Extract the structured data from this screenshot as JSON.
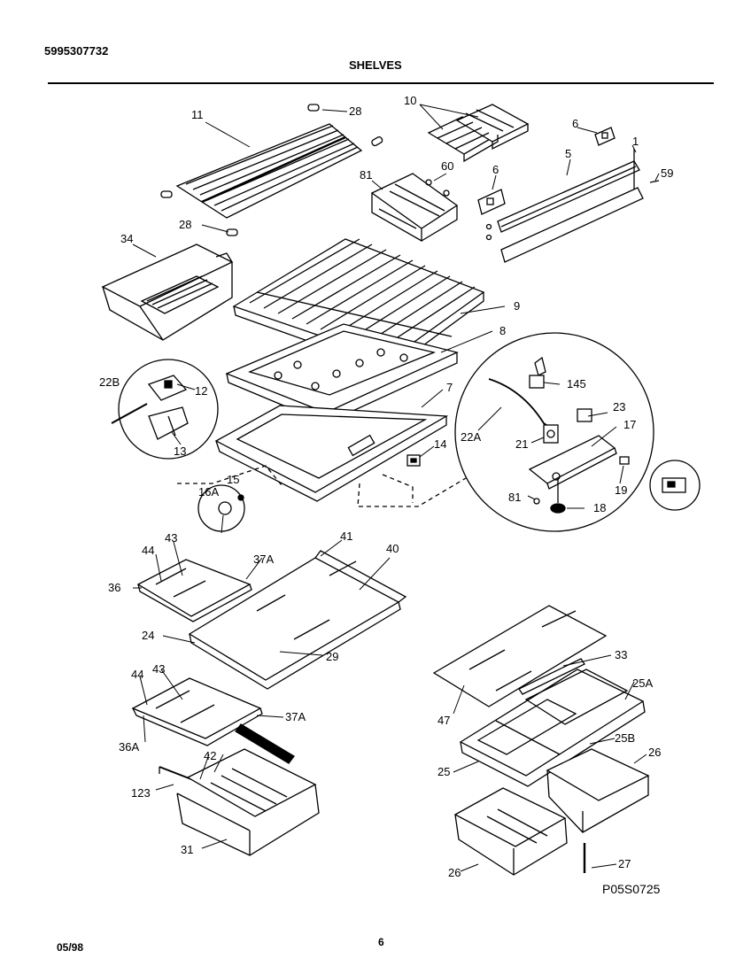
{
  "header": {
    "doc_number": "5995307732",
    "section_title": "SHELVES"
  },
  "footer": {
    "date": "05/98",
    "page_number": "6",
    "drawing_code": "P05S0725"
  },
  "callouts": {
    "c11": "11",
    "c28a": "28",
    "c28b": "28",
    "c10": "10",
    "c6a": "6",
    "c1": "1",
    "c60": "60",
    "c6b": "6",
    "c5": "5",
    "c59": "59",
    "c81a": "81",
    "c34": "34",
    "c9": "9",
    "c8": "8",
    "c22B": "22B",
    "c12": "12",
    "c13": "13",
    "c7": "7",
    "c145": "145",
    "c23": "23",
    "c17": "17",
    "c22A": "22A",
    "c21": "21",
    "c14": "14",
    "c15": "15",
    "c16A": "16A",
    "c81b": "81",
    "c18": "18",
    "c19": "19",
    "c41": "41",
    "c43a": "43",
    "c44a": "44",
    "c37Aa": "37A",
    "c40": "40",
    "c36": "36",
    "c24": "24",
    "c29": "29",
    "c43b": "43",
    "c44b": "44",
    "c37Ab": "37A",
    "c36A": "36A",
    "c42": "42",
    "c123": "123",
    "c31": "31",
    "c33": "33",
    "c25A": "25A",
    "c47": "47",
    "c25B": "25B",
    "c26a": "26",
    "c25": "25",
    "c26b": "26",
    "c27": "27"
  }
}
